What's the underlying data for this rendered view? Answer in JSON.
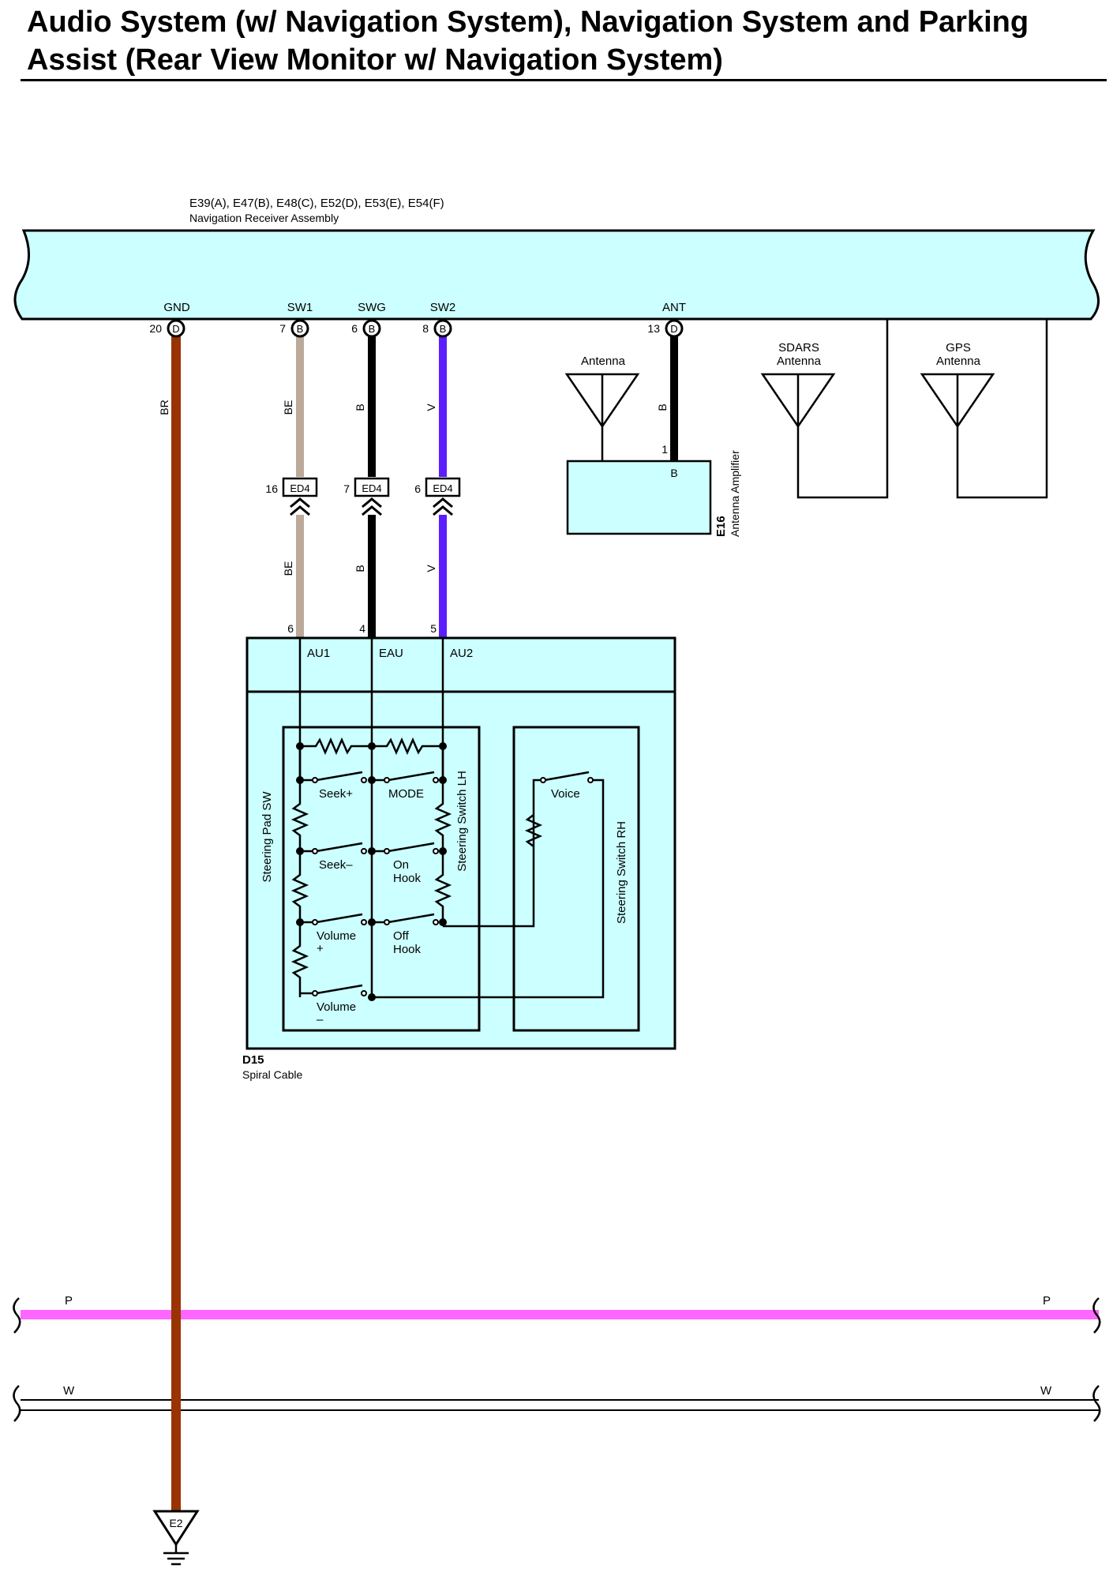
{
  "title": {
    "line1": "Audio System (w/ Navigation System), Navigation System and Parking",
    "line2": "Assist (Rear View Monitor w/ Navigation System)"
  },
  "colors": {
    "component_fill": "#ccffff",
    "BR": "#993300",
    "BE": "#bba999",
    "B": "#000000",
    "V": "#5a1eff",
    "P": "#ff66ff",
    "W": "#ffffff"
  },
  "receiver": {
    "codes": "E39(A), E47(B), E48(C), E52(D), E53(E), E54(F)",
    "name": "Navigation Receiver Assembly",
    "pins": [
      {
        "id": "gnd",
        "label": "GND",
        "num": "20",
        "conn": "D"
      },
      {
        "id": "sw1",
        "label": "SW1",
        "num": "7",
        "conn": "B"
      },
      {
        "id": "swg",
        "label": "SWG",
        "num": "6",
        "conn": "B"
      },
      {
        "id": "sw2",
        "label": "SW2",
        "num": "8",
        "conn": "B"
      },
      {
        "id": "ant",
        "label": "ANT",
        "num": "13",
        "conn": "D"
      }
    ]
  },
  "wires": {
    "br": "BR",
    "be_top": "BE",
    "b_top": "B",
    "v_top": "V",
    "be_bot": "BE",
    "b_bot": "B",
    "v_bot": "V",
    "ant": "B",
    "p_left": "P",
    "p_right": "P",
    "w_left": "W",
    "w_right": "W"
  },
  "junctions": [
    {
      "num": "16",
      "label": "ED4"
    },
    {
      "num": "7",
      "label": "ED4"
    },
    {
      "num": "6",
      "label": "ED4"
    }
  ],
  "antennas": {
    "antenna": "Antenna",
    "sdars_l1": "SDARS",
    "sdars_l2": "Antenna",
    "gps_l1": "GPS",
    "gps_l2": "Antenna"
  },
  "amplifier": {
    "pin_num": "1",
    "pin_conn": "B",
    "code": "E16",
    "name": "Antenna Amplifier"
  },
  "spiral": {
    "pins": [
      {
        "num": "6",
        "label": "AU1"
      },
      {
        "num": "4",
        "label": "EAU"
      },
      {
        "num": "5",
        "label": "AU2"
      }
    ],
    "code": "D15",
    "name": "Spiral Cable",
    "pad_sw": "Steering Pad SW",
    "lh": "Steering Switch LH",
    "rh": "Steering Switch RH"
  },
  "switches": {
    "seek_plus": "Seek+",
    "mode": "MODE",
    "seek_minus": "Seek–",
    "on_hook_1": "On",
    "on_hook_2": "Hook",
    "vol_plus_1": "Volume",
    "vol_plus_2": "+",
    "off_hook_1": "Off",
    "off_hook_2": "Hook",
    "vol_minus_1": "Volume",
    "vol_minus_2": "–",
    "voice": "Voice"
  },
  "ground": {
    "label": "E2"
  }
}
